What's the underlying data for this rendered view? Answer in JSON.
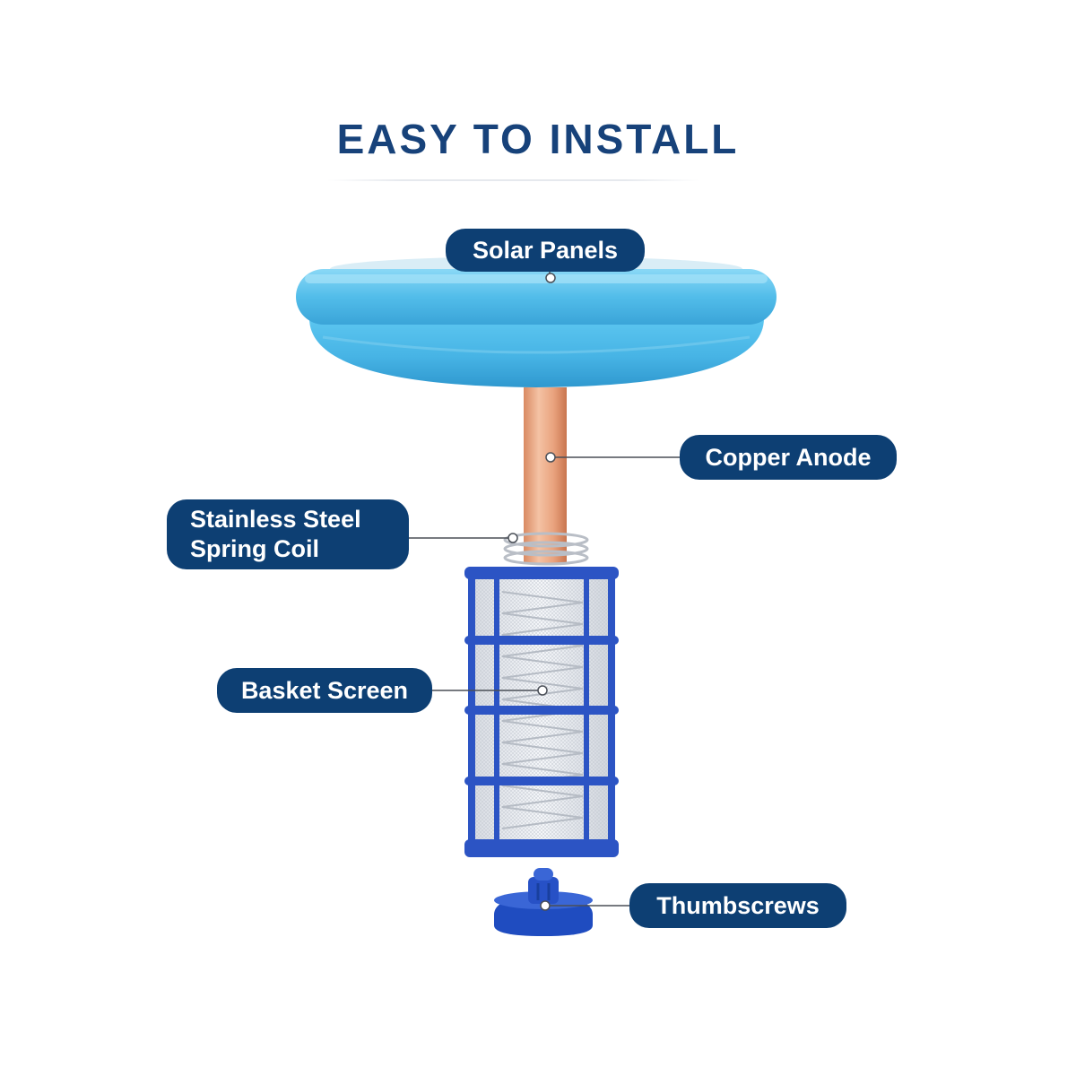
{
  "title": "EASY TO INSTALL",
  "labels": {
    "solar_panels": "Solar Panels",
    "copper_anode": "Copper Anode",
    "spring_coil_line1": "Stainless Steel",
    "spring_coil_line2": "Spring Coil",
    "basket_screen": "Basket Screen",
    "thumbscrews": "Thumbscrews"
  },
  "colors": {
    "title": "#17427a",
    "label_bg": "#0d3f73",
    "float_blue": "#4bb7e6",
    "copper": "#e8a27f",
    "basket_blue": "#2c54c4"
  }
}
